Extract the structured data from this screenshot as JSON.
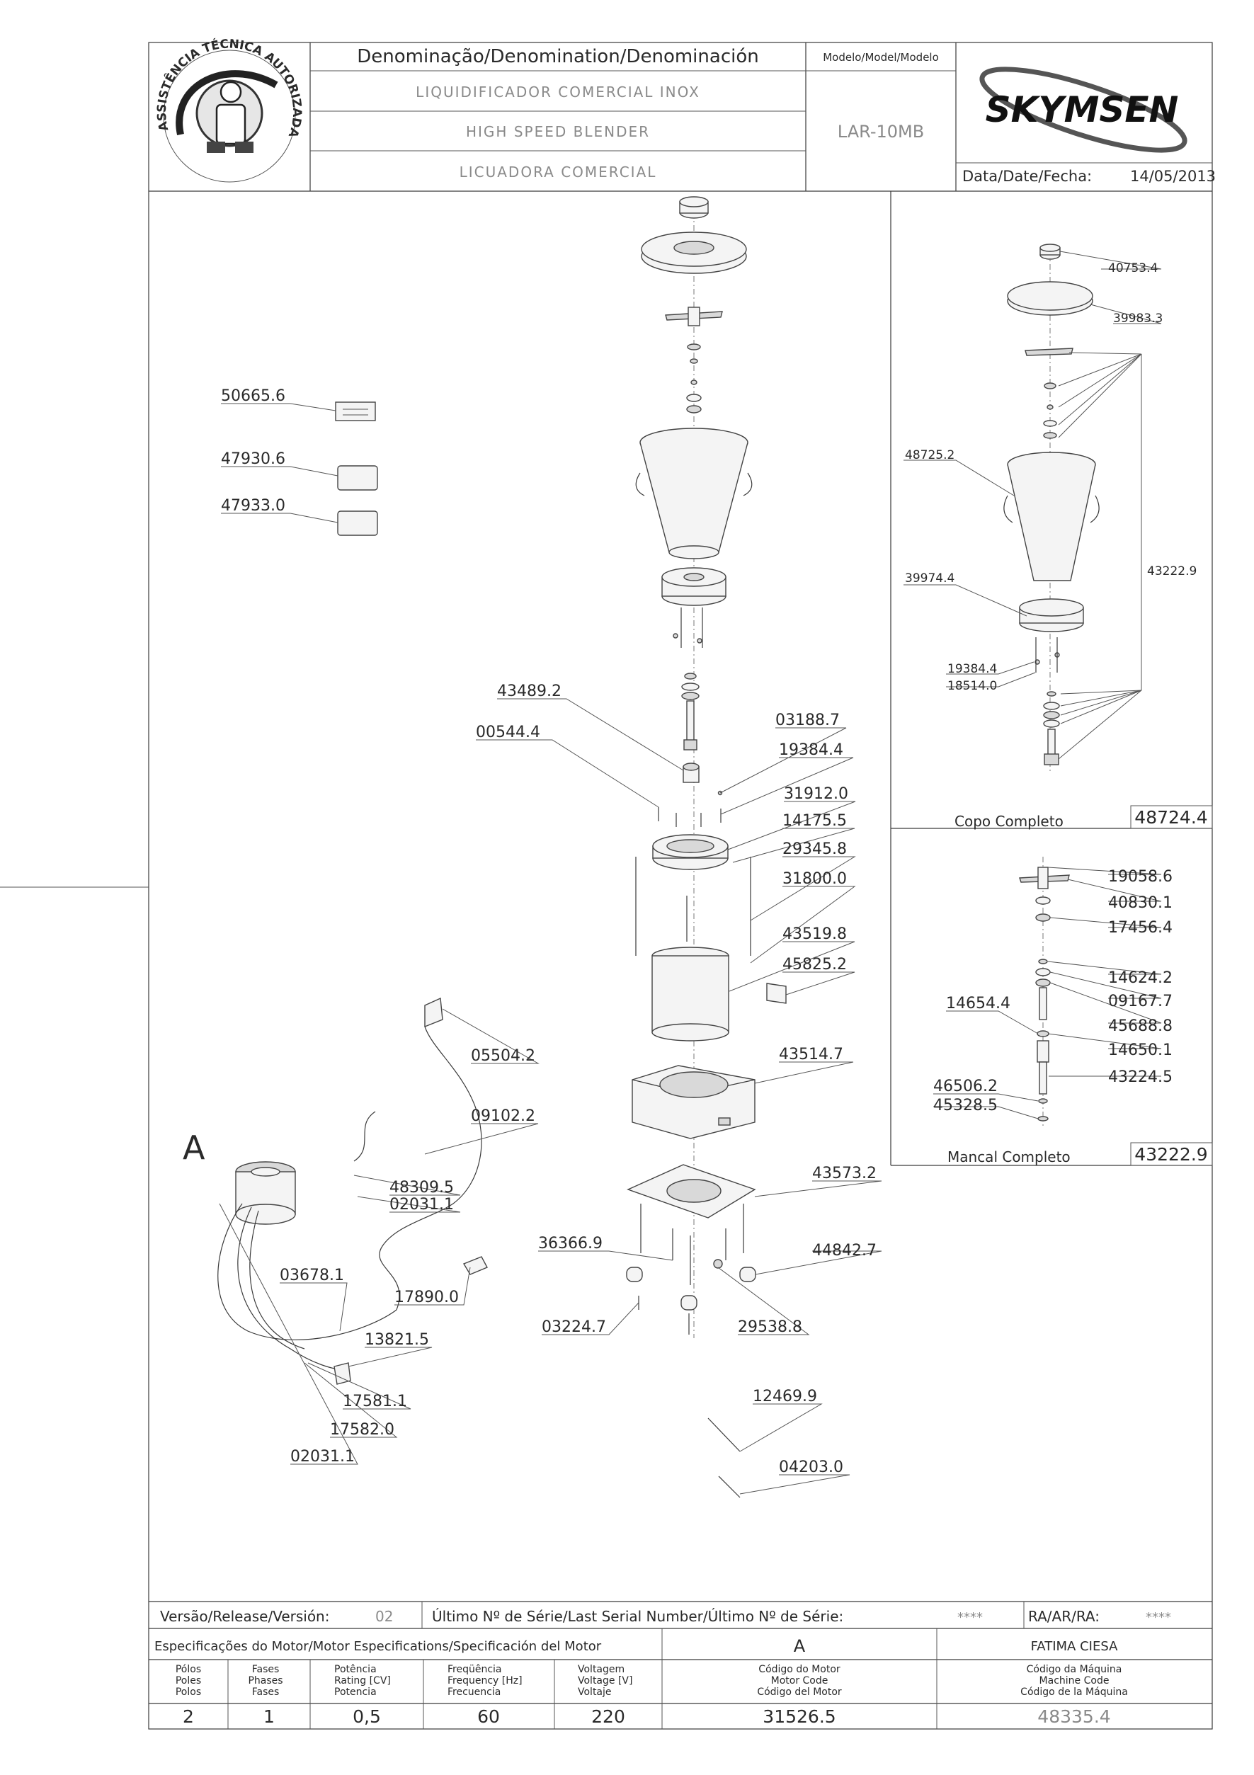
{
  "header": {
    "denomination_title": "Denominação/Denomination/Denominación",
    "model_title": "Modelo/Model/Modelo",
    "names": [
      "LIQUIDIFICADOR COMERCIAL INOX",
      "HIGH SPEED BLENDER",
      "LICUADORA COMERCIAL"
    ],
    "model": "LAR-10MB",
    "brand": "SKYMSEN",
    "date_label": "Data/Date/Fecha:",
    "date": "14/05/2013",
    "seal_text": "ASSISTÊNCIA TÉCNICA AUTORIZADA"
  },
  "main_labels": [
    "50665.6",
    "47930.6",
    "47933.0",
    "43489.2",
    "00544.4",
    "03188.7",
    "19384.4",
    "31912.0",
    "14175.5",
    "29345.8",
    "31800.0",
    "43519.8",
    "45825.2",
    "43514.7",
    "05504.2",
    "09102.2",
    "48309.5",
    "02031.1",
    "03678.1",
    "17890.0",
    "13821.5",
    "17581.1",
    "17582.0",
    "02031.1",
    "43573.2",
    "36366.9",
    "44842.7",
    "03224.7",
    "29538.8",
    "12469.9",
    "04203.0"
  ],
  "motor_marker": "A",
  "copo_panel": {
    "title": "Copo Completo",
    "code": "48724.4",
    "labels": [
      "40753.4",
      "39983.3",
      "48725.2",
      "43222.9",
      "39974.4",
      "19384.4",
      "18514.0"
    ]
  },
  "mancal_panel": {
    "title": "Mancal Completo",
    "code": "43222.9",
    "labels": [
      "19058.6",
      "40830.1",
      "17456.4",
      "14624.2",
      "09167.7",
      "14654.4",
      "45688.8",
      "14650.1",
      "43224.5",
      "46506.2",
      "45328.5"
    ]
  },
  "footer": {
    "version_label": "Versão/Release/Versión:",
    "version": "02",
    "serial_label": "Último Nº de Série/Last Serial Number/Último Nº de Série:",
    "serial": "****",
    "ra_label": "RA/AR/RA:",
    "ra": "****",
    "motor_spec_label": "Especificações do Motor/Motor Especifications/Specificación del Motor",
    "motor_id": "A",
    "responsible": "FATIMA CIESA",
    "columns": [
      [
        "Pólos",
        "Poles",
        "Polos"
      ],
      [
        "Fases",
        "Phases",
        "Fases"
      ],
      [
        "Potência",
        "Rating [CV]",
        "Potencia"
      ],
      [
        "Freqüência",
        "Frequency [Hz]",
        "Frecuencia"
      ],
      [
        "Voltagem",
        "Voltage [V]",
        "Voltaje"
      ],
      [
        "Código do Motor",
        "Motor Code",
        "Código del Motor"
      ],
      [
        "Código da Máquina",
        "Machine Code",
        "Código de la Máquina"
      ]
    ],
    "values": [
      "2",
      "1",
      "0,5",
      "60",
      "220",
      "31526.5",
      "48335.4"
    ]
  }
}
